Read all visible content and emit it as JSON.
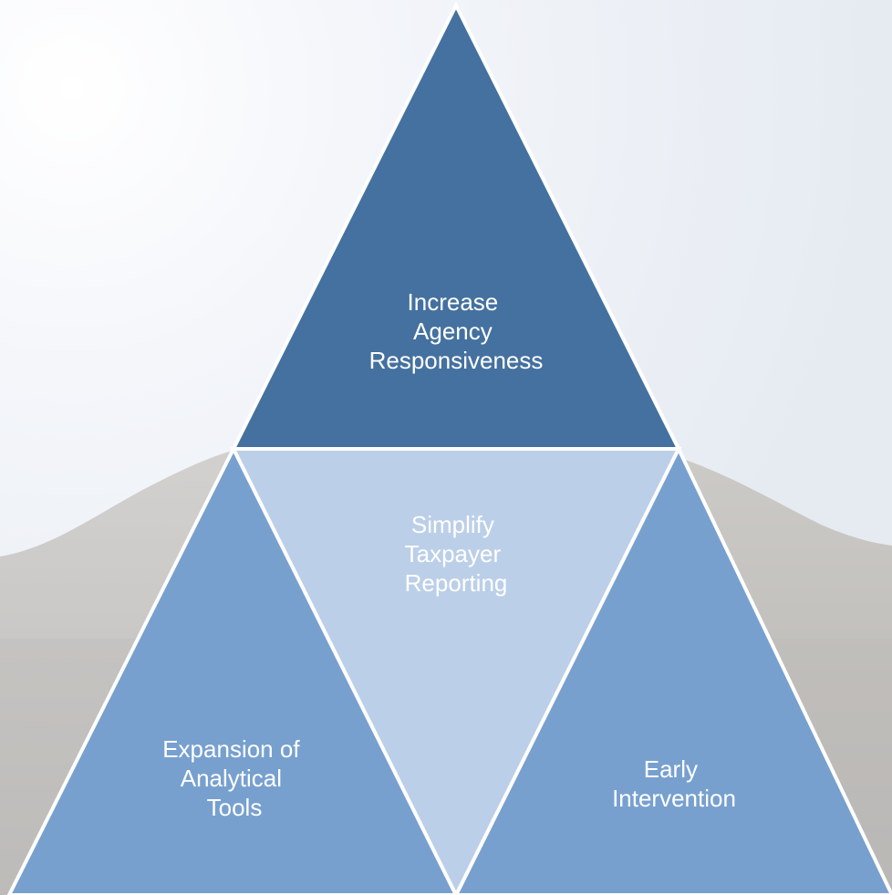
{
  "diagram": {
    "top": {
      "lines": [
        "Increase",
        "Agency",
        "Responsiveness"
      ],
      "fill": "#44719f",
      "text_color": "#ffffff"
    },
    "middle": {
      "lines": [
        "Simplify",
        "Taxpayer",
        "Reporting"
      ],
      "fill": "#bccfe8",
      "text_color": "#ffffff"
    },
    "left": {
      "lines": [
        "Expansion of",
        "Analytical",
        "Tools"
      ],
      "fill": "#77a0cf",
      "text_color": "#ffffff"
    },
    "right": {
      "lines": [
        "Early",
        "Intervention"
      ],
      "fill": "#77a0cf",
      "text_color": "#ffffff"
    },
    "edge_color": "#ffffff"
  }
}
